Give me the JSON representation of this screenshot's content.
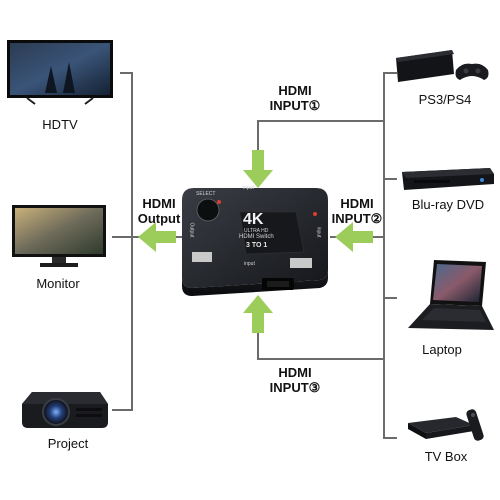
{
  "outputs": {
    "hdtv": "HDTV",
    "monitor": "Monitor",
    "projector": "Project"
  },
  "inputs": {
    "ps": "PS3/PS4",
    "bluray": "Blu-ray DVD",
    "laptop": "Laptop",
    "tvbox": "TV Box"
  },
  "connectors": {
    "hdmi_output": [
      "HDMI",
      "Output"
    ],
    "hdmi_input_1": [
      "HDMI",
      "INPUT①"
    ],
    "hdmi_input_2": [
      "HDMI",
      "INPUT②"
    ],
    "hdmi_input_3": [
      "HDMI",
      "INPUT③"
    ]
  },
  "switch": {
    "badge": "4K",
    "subtitle": "ULTRA HD",
    "name": "HDMI",
    "name_suffix": "Switch",
    "ports": "3 TO 1",
    "select": "SELECT",
    "input_label_1": "input",
    "input_label_2": "input",
    "input_label_3": "input",
    "output_label": "Output"
  },
  "colors": {
    "arrow": "#9ccc5a",
    "line": "#6b6b6b"
  }
}
